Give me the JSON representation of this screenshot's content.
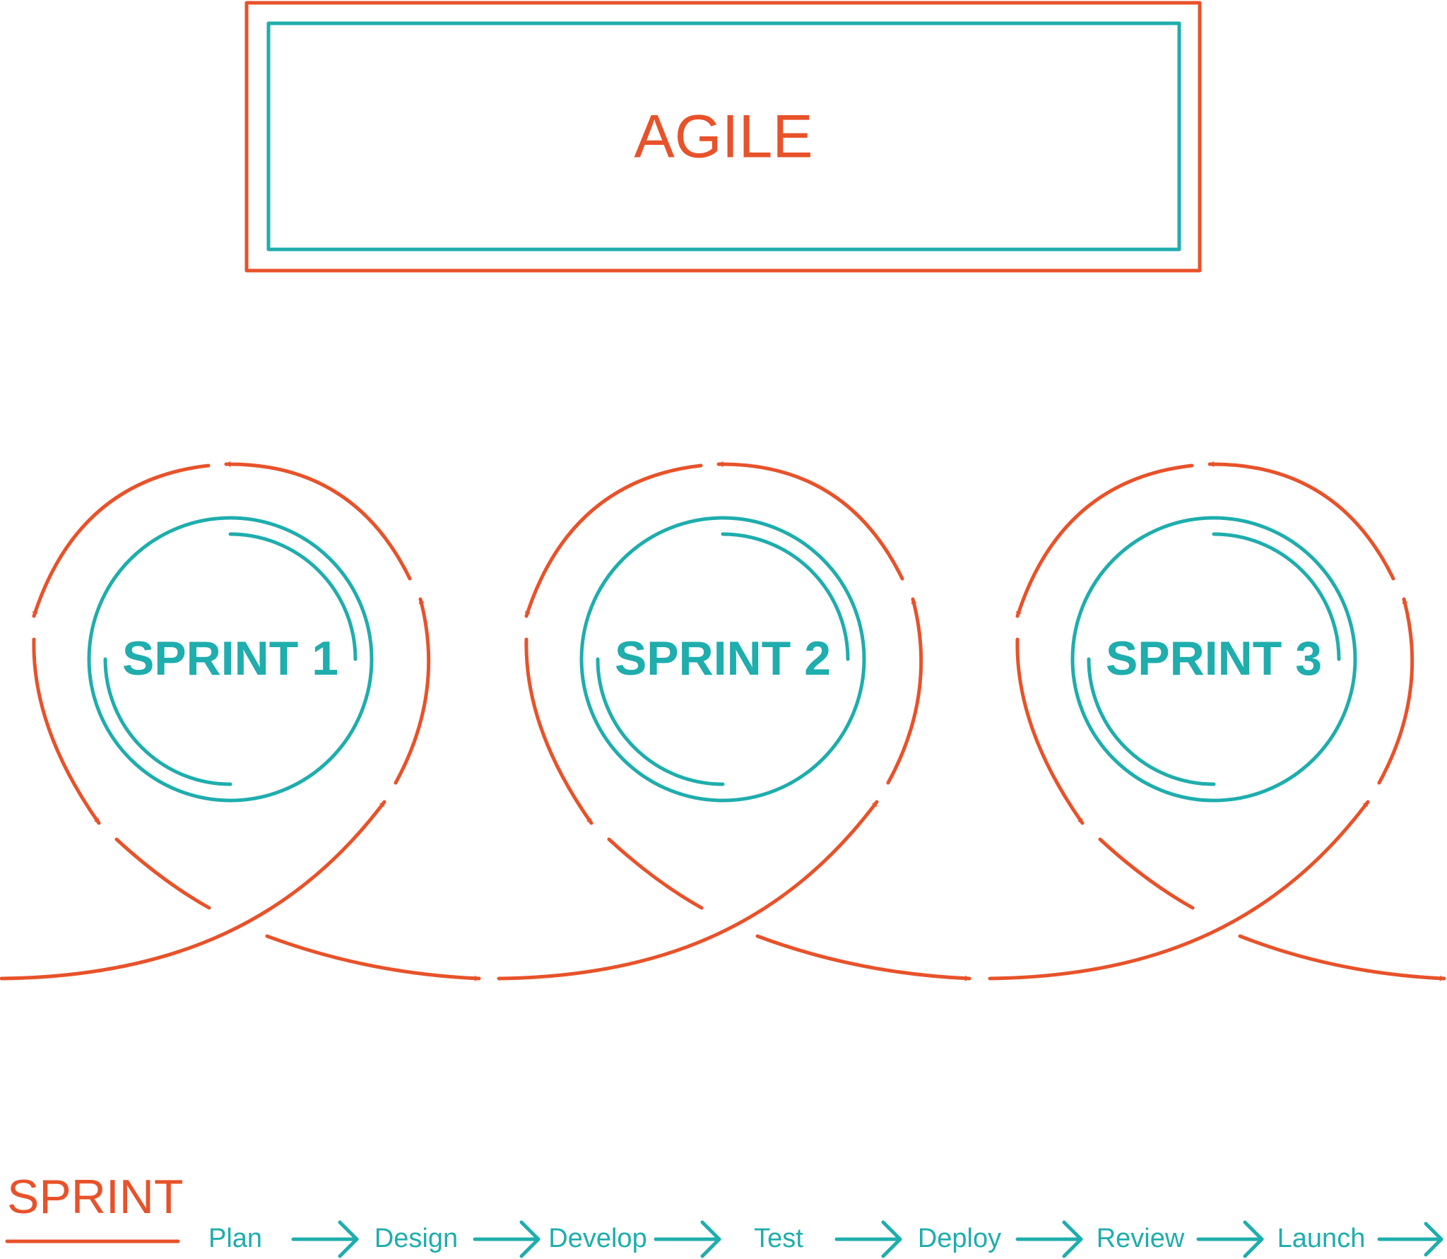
{
  "title": "AGILE",
  "sprints": [
    {
      "label": "SPRINT 1"
    },
    {
      "label": "SPRINT 2"
    },
    {
      "label": "SPRINT 3"
    }
  ],
  "legend": {
    "title": "SPRINT",
    "steps": [
      "Plan",
      "Design",
      "Develop",
      "Test",
      "Deploy",
      "Review",
      "Launch"
    ]
  },
  "colors": {
    "accent_orange": "#E8522A",
    "accent_teal": "#1FADAD",
    "background": "#FFFFFF"
  }
}
